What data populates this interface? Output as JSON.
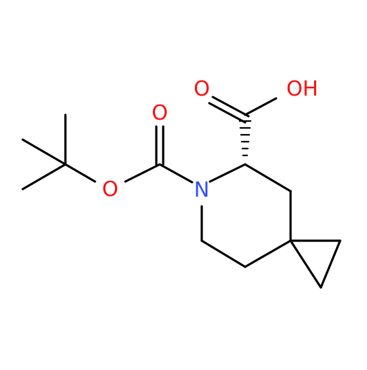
{
  "colors": {
    "bond": "#000000",
    "oxygen": "#ff0d0d",
    "nitrogen": "#3050f8",
    "background": "#ffffff"
  },
  "atoms": {
    "carbonyl_o_boc": "O",
    "ester_o": "O",
    "nitrogen": "N",
    "carbonyl_o_acid": "O",
    "hydroxyl": "OH"
  }
}
